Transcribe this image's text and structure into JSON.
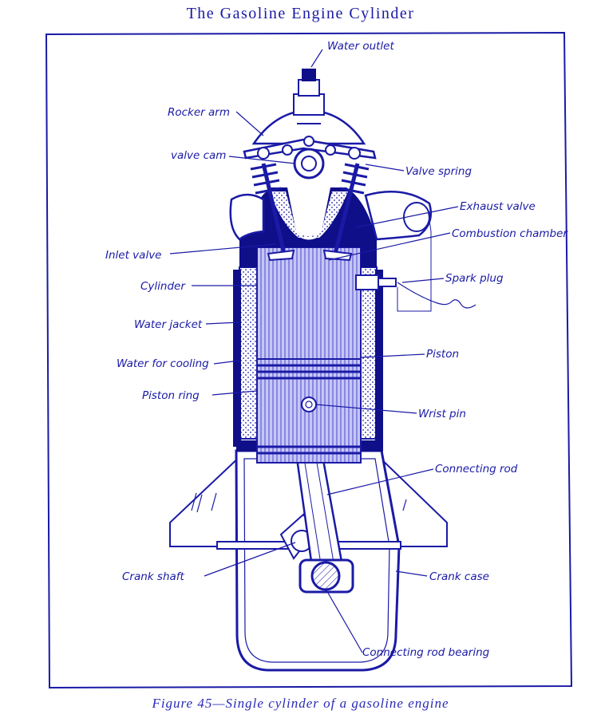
{
  "title": "The Gasoline Engine Cylinder",
  "caption": "Figure 45—Single cylinder of a gasoline engine",
  "colors": {
    "ink": "#1a1aa6",
    "fill_light": "#c6c6f4",
    "paper": "#ffffff"
  },
  "labels": {
    "water_outlet": "Water outlet",
    "rocker_arm": "Rocker arm",
    "valve_cam": "valve cam",
    "valve_spring": "Valve spring",
    "exhaust_valve": "Exhaust valve",
    "combustion_chamber": "Combustion chamber",
    "inlet_valve": "Inlet valve",
    "spark_plug": "Spark plug",
    "cylinder": "Cylinder",
    "water_jacket": "Water jacket",
    "water_for_cooling": "Water for cooling",
    "piston": "Piston",
    "piston_ring": "Piston ring",
    "wrist_pin": "Wrist pin",
    "connecting_rod": "Connecting rod",
    "crank_shaft": "Crank shaft",
    "crank_case": "Crank case",
    "connecting_rod_bearing": "Connecting rod bearing"
  }
}
